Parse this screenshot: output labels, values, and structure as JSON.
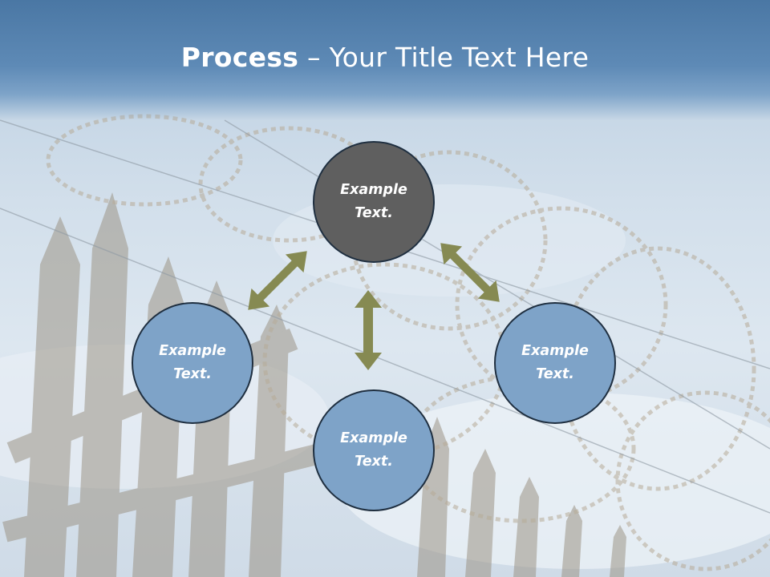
{
  "slide": {
    "title_bold": "Process",
    "title_rest": " – Your Title Text Here"
  },
  "diagram": {
    "center_label": "Example Text.",
    "left_label": "Example Text.",
    "right_label": "Example Text.",
    "bottom_label": "Example Text.",
    "colors": {
      "top_circle": "#5f5f5f",
      "side_circles": "#7ea3c8",
      "arrows": "#868a52",
      "header": "#5e8ab6"
    }
  },
  "background": {
    "picture": "razor-wire-fence-photo"
  }
}
